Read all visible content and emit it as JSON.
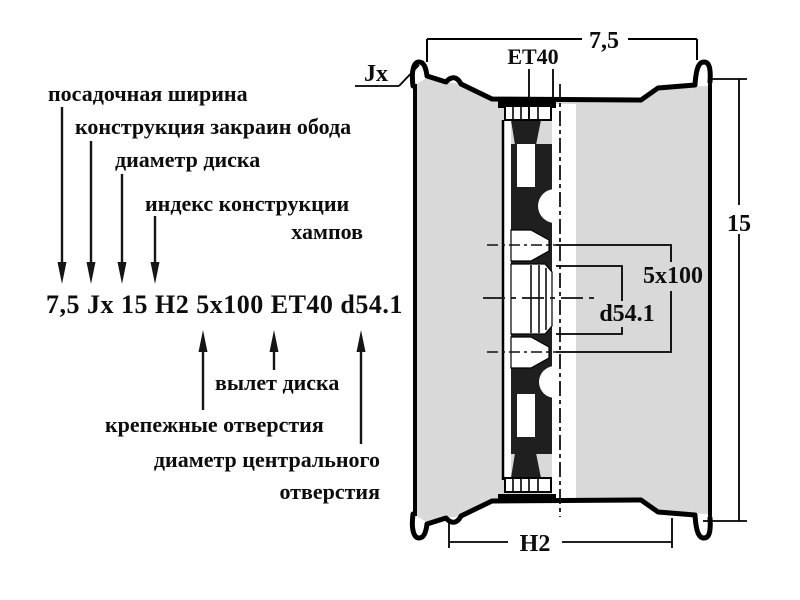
{
  "diagram_title": "Маркировка колесного диска (wheel rim marking diagram)",
  "marking": {
    "text": "7,5 Jx 15 H2 5x100 ET40 d54.1"
  },
  "callouts": {
    "top": [
      "посадочная ширина",
      "конструкция закраин обода",
      "диаметр диска",
      "индекс конструкции",
      "хампов"
    ],
    "bottom": [
      "вылет диска",
      "крепежные отверстия",
      "диаметр центрального",
      "отверстия"
    ]
  },
  "dimensions": {
    "rim_width": "7,5",
    "offset": "ET40",
    "flange_type": "Jx",
    "rim_diameter": "15",
    "bolt_pattern": "5x100",
    "center_bore": "d54.1",
    "hump_type": "H2"
  },
  "colors": {
    "background": "#ffffff",
    "rim_fill": "#d9d9d9",
    "disc_fill": "#1f1f1f",
    "line": "#000000"
  }
}
